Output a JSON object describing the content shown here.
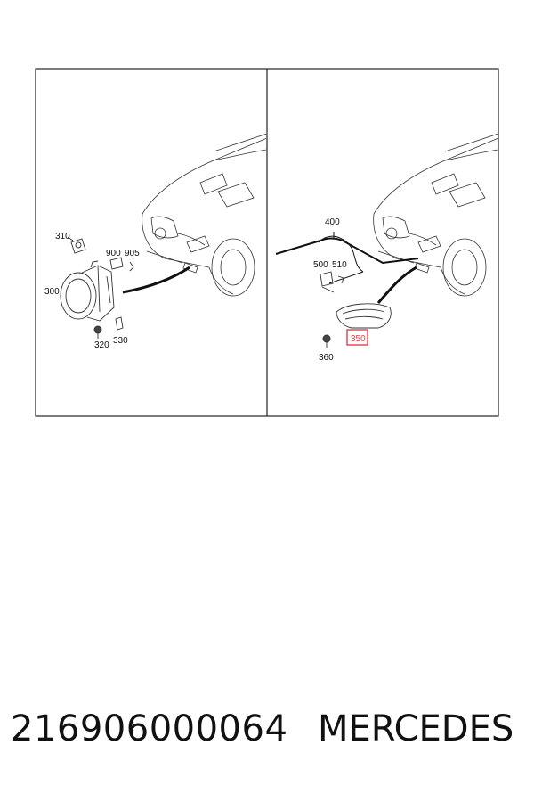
{
  "diagram": {
    "left_panel_callouts": {
      "c310": "310",
      "c900": "900",
      "c905": "905",
      "c300": "300",
      "c320": "320",
      "c330": "330"
    },
    "right_panel_callouts": {
      "c400": "400",
      "c500": "500",
      "c510": "510",
      "c350": "350",
      "c360": "360"
    },
    "highlighted_callout": "350",
    "highlight_color": "#e0404a"
  },
  "footer": {
    "part_number": "216906000064",
    "brand": "MERCEDES"
  }
}
